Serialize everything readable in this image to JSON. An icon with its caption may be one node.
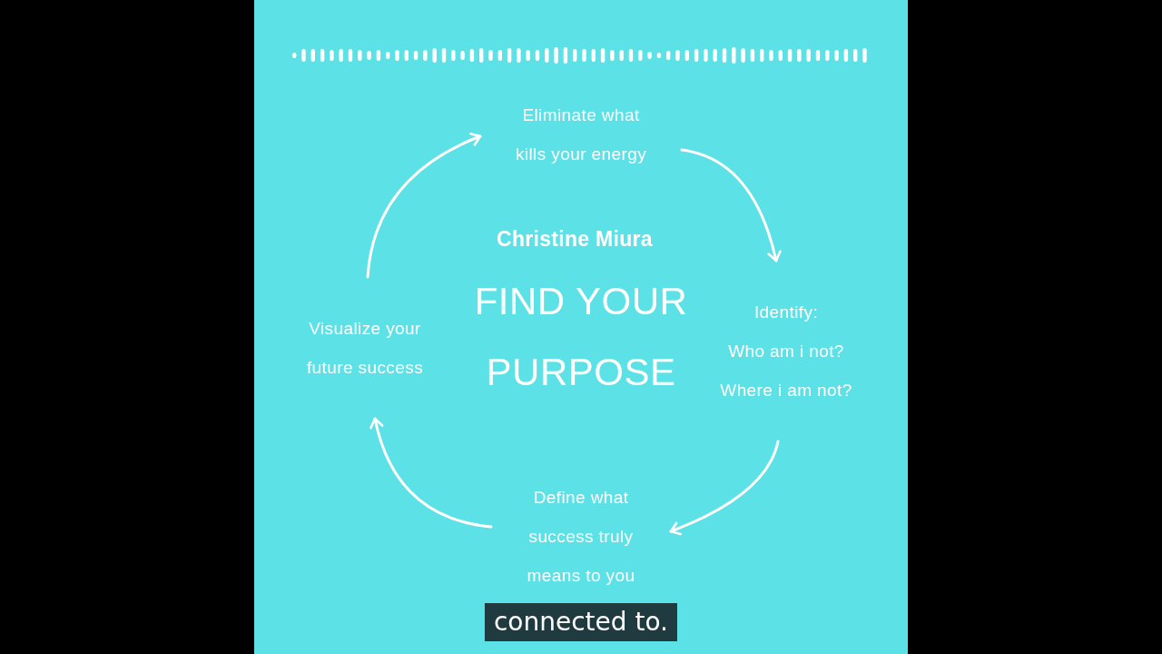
{
  "diagram": {
    "title": "FIND YOUR PURPOSE",
    "nodes": [
      {
        "text": [
          "Eliminate what kills your energy"
        ]
      },
      {
        "text": [
          "Identify:",
          "Who am i not? Where i am not?"
        ]
      },
      {
        "text": [
          "Define what success truly means to you"
        ]
      },
      {
        "text": [
          "Visualize your future success"
        ]
      }
    ],
    "edges": [
      {
        "from": 3,
        "to": 0,
        "arrow": "to"
      },
      {
        "from": 0,
        "to": 1,
        "arrow": "to"
      },
      {
        "from": 1,
        "to": 2,
        "arrow": "to"
      },
      {
        "from": 2,
        "to": 3,
        "arrow": "to"
      }
    ],
    "labels": [
      "Christine Miura",
      "connected to."
    ]
  }
}
